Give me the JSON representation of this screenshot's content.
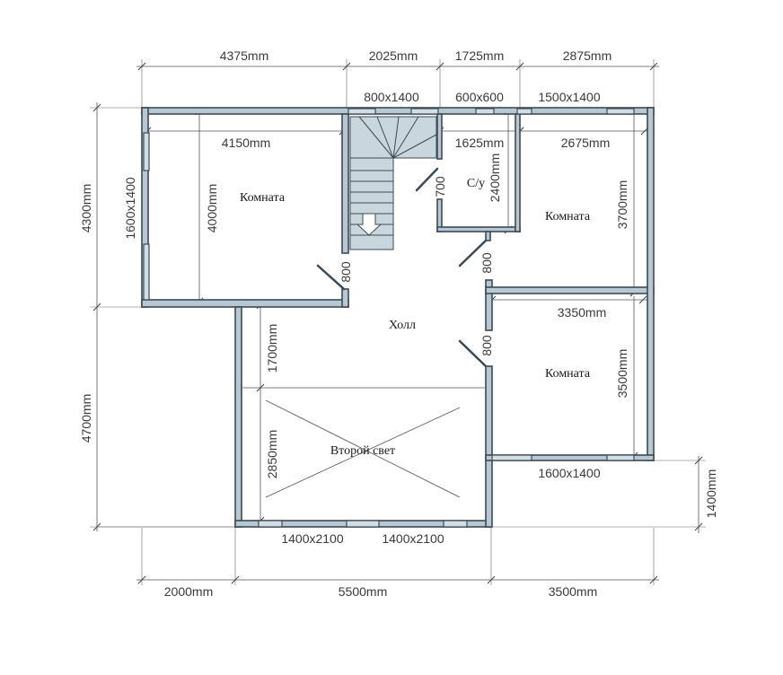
{
  "dimensions": {
    "top": [
      "4375mm",
      "2025mm",
      "1725mm",
      "2875mm"
    ],
    "bottom": [
      "2000mm",
      "5500mm",
      "3500mm"
    ],
    "left": [
      "4300mm",
      "4700mm"
    ],
    "right_extra": "1400mm",
    "interior": {
      "room1_width": "4150mm",
      "room1_depth": "4000mm",
      "wc_width": "1625mm",
      "wc_depth": "2400mm",
      "room2_width": "2675mm",
      "room2_depth": "3700mm",
      "room3_width": "3350mm",
      "room3_depth": "3500mm",
      "hall_depth": "1700mm",
      "void_depth": "2850mm"
    }
  },
  "windows": {
    "w_top_stair": "800x1400",
    "w_top_wc": "600x600",
    "w_top_room2": "1500x1400",
    "w_left_room1": "1600x1400",
    "w_right_room3": "1600x1400",
    "w_bottom_left": "1400x2100",
    "w_bottom_right": "1400x2100"
  },
  "doors": {
    "d_wc": "700",
    "d_room1": "800",
    "d_room2": "800",
    "d_room3": "800"
  },
  "rooms": {
    "room1": "Комната",
    "wc": "С/у",
    "room2": "Комната",
    "hall": "Холл",
    "room3": "Комната",
    "void": "Второй свет"
  }
}
